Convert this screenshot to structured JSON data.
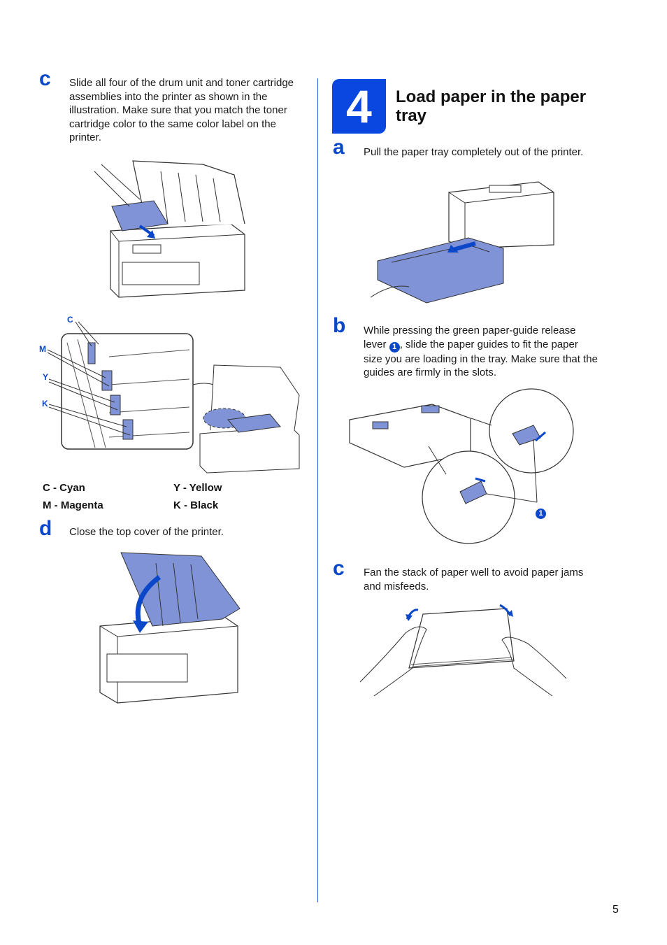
{
  "left_column": {
    "step_c": {
      "letter": "c",
      "text": "Slide all four of the drum unit and toner cartridge assemblies into the printer as shown in the illustration. Make sure that you match the toner cartridge color to the same color label on the printer."
    },
    "callouts": {
      "c": "C",
      "m": "M",
      "y": "Y",
      "k": "K"
    },
    "legend": {
      "cyan": "C - Cyan",
      "yellow": "Y - Yellow",
      "magenta": "M - Magenta",
      "black": "K - Black"
    },
    "step_d": {
      "letter": "d",
      "text": "Close the top cover of the printer."
    }
  },
  "right_column": {
    "step_number": "4",
    "step_title": "Load paper in the paper tray",
    "step_a": {
      "letter": "a",
      "text": "Pull the paper tray completely out of the printer."
    },
    "step_b": {
      "letter": "b",
      "text_before": "While pressing the green paper-guide release lever ",
      "marker": "1",
      "text_after": ", slide the paper guides to fit the paper size you are loading in the tray. Make sure that the guides are firmly in the slots."
    },
    "callout_1": "1",
    "step_c": {
      "letter": "c",
      "text": "Fan the stack of paper well to avoid paper jams and misfeeds."
    }
  },
  "page_number": "5",
  "colors": {
    "accent": "#0a47e0",
    "illustration_blue": "#7f93d6",
    "line": "#333333"
  }
}
